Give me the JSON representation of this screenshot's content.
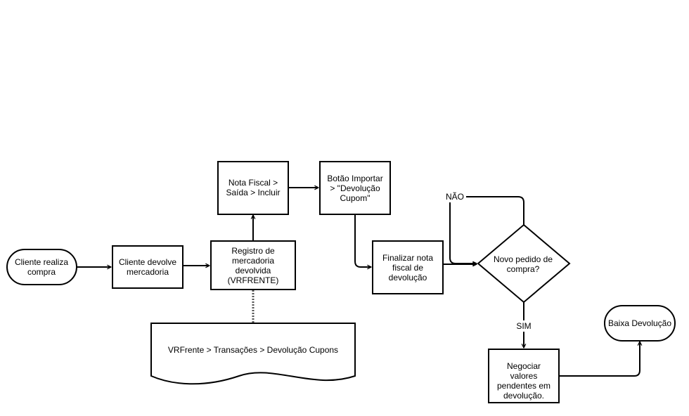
{
  "nodes": {
    "cliente_compra": [
      "Cliente realiza",
      "compra"
    ],
    "cliente_devolve": [
      "Cliente devolve",
      "mercadoria"
    ],
    "registro": [
      "Registro de",
      "mercadoria",
      "devolvida",
      "(VRFRENTE)"
    ],
    "nota_fiscal": [
      "Nota Fiscal >",
      "Saída > Incluir"
    ],
    "botao_importar": [
      "Botão Importar",
      "> \"Devolução",
      "Cupom\""
    ],
    "finalizar": [
      "Finalizar nota",
      "fiscal de",
      "devolução"
    ],
    "decisao": [
      "Novo pedido de",
      "compra?"
    ],
    "negociar": [
      "Negociar",
      "valores",
      "pendentes em",
      "devolução."
    ],
    "baixa": [
      "Baixa Devolução"
    ],
    "documento": [
      "VRFrente > Transações > Devolução Cupons"
    ]
  },
  "edge_labels": {
    "nao": "NÃO",
    "sim": "SIM"
  }
}
